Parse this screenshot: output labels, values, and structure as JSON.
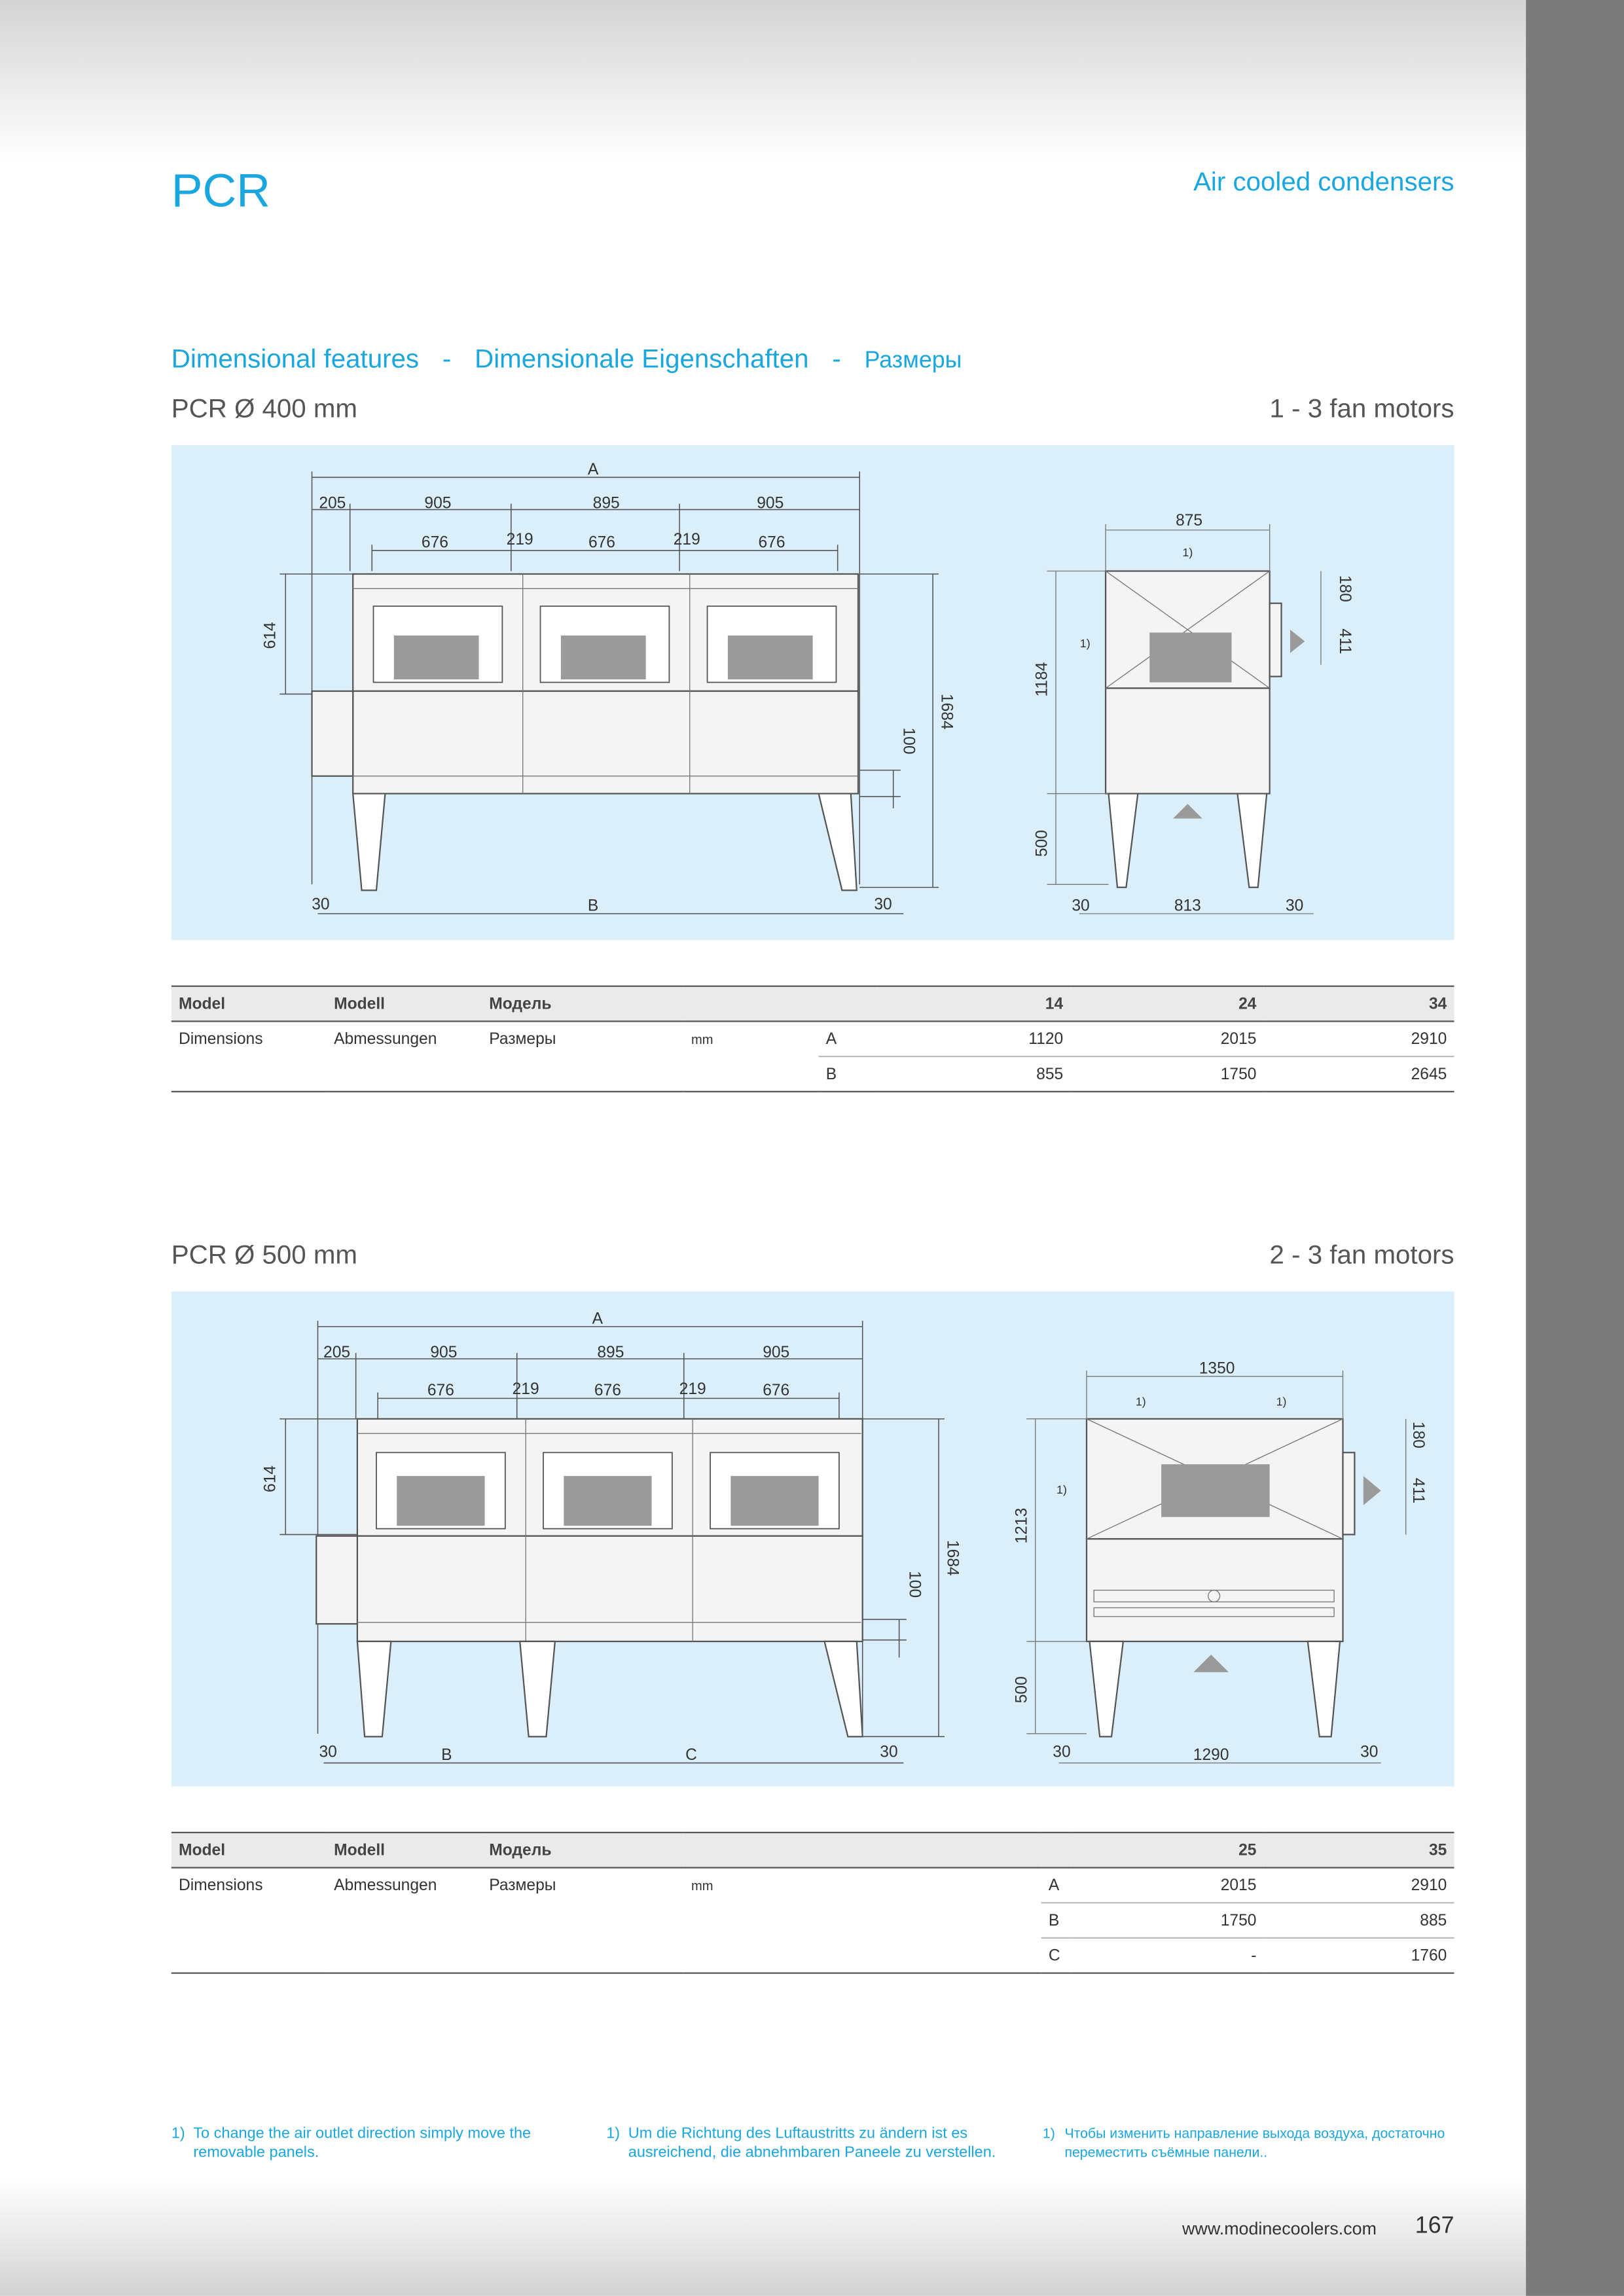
{
  "header": {
    "product": "PCR",
    "category": "Air cooled condensers"
  },
  "section_title": {
    "en": "Dimensional features",
    "sep1": "-",
    "de": "Dimensionale Eigenschaften",
    "sep2": "-",
    "ru": "Размеры"
  },
  "variant_400": {
    "title": "PCR Ø 400 mm",
    "fans": "1 - 3 fan motors",
    "drawing": {
      "front": {
        "A": "A",
        "top": [
          "205",
          "905",
          "895",
          "905"
        ],
        "fan": [
          "676",
          "219",
          "676",
          "219",
          "676"
        ],
        "height_upper": "614",
        "height_total": "1684",
        "gap": "100",
        "bottom": [
          "30",
          "B",
          "30"
        ]
      },
      "side": {
        "width": "875",
        "height_upper": "1184",
        "leg": "500",
        "top_off": "180",
        "outlet": "411",
        "bottom": [
          "30",
          "813",
          "30"
        ],
        "marker": "1)"
      }
    },
    "table": {
      "header": [
        "Model",
        "Modell",
        "Модель",
        "14",
        "24",
        "34"
      ],
      "row_labels": [
        "Dimensions",
        "Abmessungen",
        "Размеры",
        "mm"
      ],
      "rows": [
        {
          "dim": "A",
          "values": [
            "1120",
            "2015",
            "2910"
          ]
        },
        {
          "dim": "B",
          "values": [
            "855",
            "1750",
            "2645"
          ]
        }
      ]
    }
  },
  "variant_500": {
    "title": "PCR Ø 500 mm",
    "fans": "2 - 3 fan motors",
    "drawing": {
      "front": {
        "A": "A",
        "top": [
          "205",
          "905",
          "895",
          "905"
        ],
        "fan": [
          "676",
          "219",
          "676",
          "219",
          "676"
        ],
        "height_upper": "614",
        "height_total": "1684",
        "gap": "100",
        "bottom": [
          "30",
          "B",
          "C",
          "30"
        ]
      },
      "side": {
        "width": "1350",
        "height_upper": "1213",
        "leg": "500",
        "top_off": "180",
        "outlet": "411",
        "bottom": [
          "30",
          "1290",
          "30"
        ],
        "marker": "1)"
      }
    },
    "table": {
      "header": [
        "Model",
        "Modell",
        "Модель",
        "25",
        "35"
      ],
      "row_labels": [
        "Dimensions",
        "Abmessungen",
        "Размеры",
        "mm"
      ],
      "rows": [
        {
          "dim": "A",
          "values": [
            "2015",
            "2910"
          ]
        },
        {
          "dim": "B",
          "values": [
            "1750",
            "885"
          ]
        },
        {
          "dim": "C",
          "values": [
            "-",
            "1760"
          ]
        }
      ]
    }
  },
  "footnotes": [
    {
      "num": "1)",
      "text": "To change the air outlet direction simply move the removable panels."
    },
    {
      "num": "1)",
      "text": "Um die Richtung des Luftaustritts zu ändern ist es ausreichend, die abnehmbaren Paneele zu verstellen."
    },
    {
      "num": "1)",
      "text": "Чтобы изменить направление выхода воздуха, достаточно переместить съёмные панели.."
    }
  ],
  "footer": {
    "url": "www.modinecoolers.com",
    "page": "167"
  },
  "colors": {
    "accent": "#1aa6de",
    "panel": "#dbeffa",
    "sidebar": "#7b7b7b"
  }
}
